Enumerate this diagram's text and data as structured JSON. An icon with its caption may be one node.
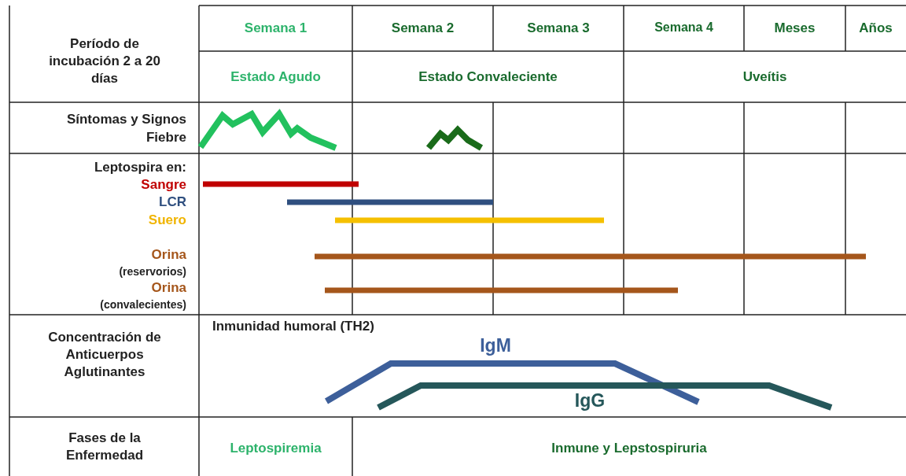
{
  "diagram": {
    "labels": [
      "Período de incubación 2 a 20 días",
      "Semana 1",
      "Semana 2",
      "Semana 3",
      "Semana 4",
      "Meses",
      "Años",
      "Estado Agudo",
      "Estado Convaleciente",
      "Uveítis",
      "Síntomas y Signos",
      "Fiebre",
      "Leptospira en:",
      "Sangre",
      "LCR",
      "Suero",
      "Orina",
      "(reservorios)",
      "Orina",
      "(convalecientes)",
      "Concentración de Anticuerpos Aglutinantes",
      "Inmunidad humoral (TH2)",
      "IgM",
      "IgG",
      "Fases de la Enfermedad",
      "Leptospiremia",
      "Inmune y Lepstospiruria"
    ]
  }
}
